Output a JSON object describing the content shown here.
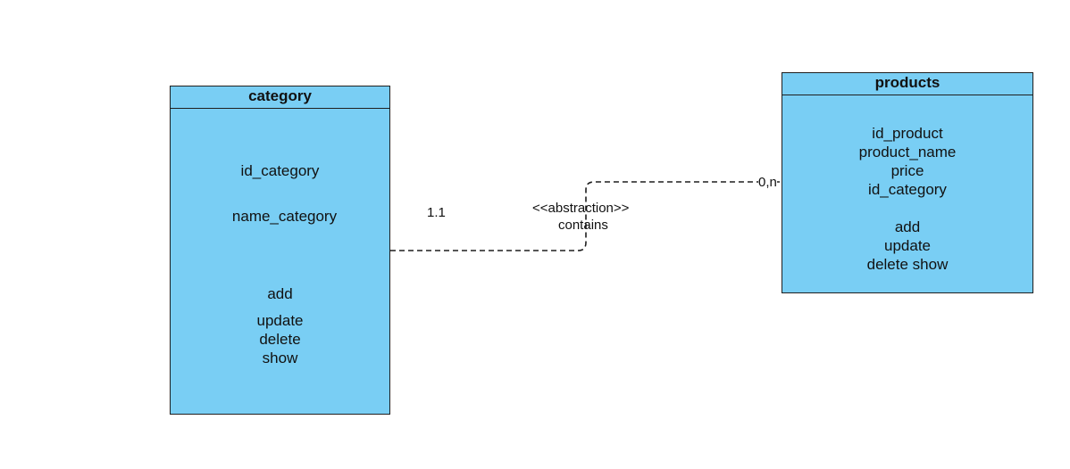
{
  "category": {
    "title": "category",
    "attributes": [
      "id_category",
      "name_category"
    ],
    "methods": [
      "add",
      "update",
      "delete",
      "show"
    ]
  },
  "products": {
    "title": "products",
    "attributes": [
      "id_product",
      "product_name",
      "price",
      "id_category"
    ],
    "methods": [
      "add",
      "update",
      "delete show"
    ]
  },
  "relationship": {
    "stereotype": "<<abstraction>>",
    "name": "contains",
    "source_multiplicity": "1.1",
    "target_multiplicity": "0,n",
    "line_style": "dashed"
  },
  "colors": {
    "entity_fill": "#79cef4",
    "border": "#1f1f1f",
    "background": "#ffffff"
  }
}
